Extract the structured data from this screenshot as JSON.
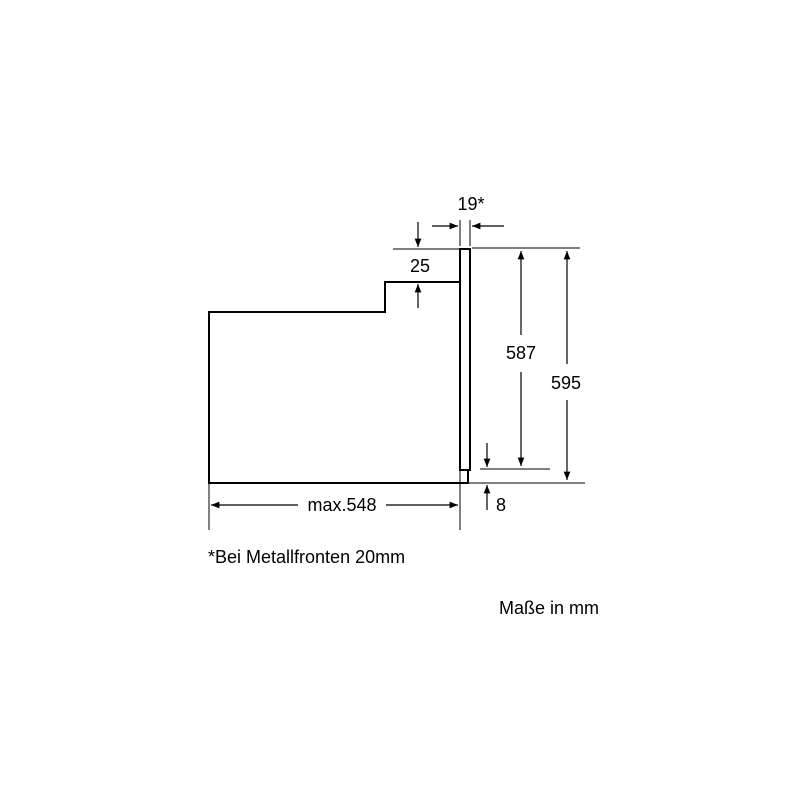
{
  "dimensions": {
    "depth_max": "max.548",
    "front_thickness": "19*",
    "step_height": "25",
    "inner_height": "587",
    "total_height": "595",
    "bottom_offset": "8"
  },
  "notes": {
    "footnote": "*Bei Metallfronten 20mm",
    "units": "Maße in mm"
  },
  "colors": {
    "line": "#000000",
    "background": "#ffffff"
  }
}
